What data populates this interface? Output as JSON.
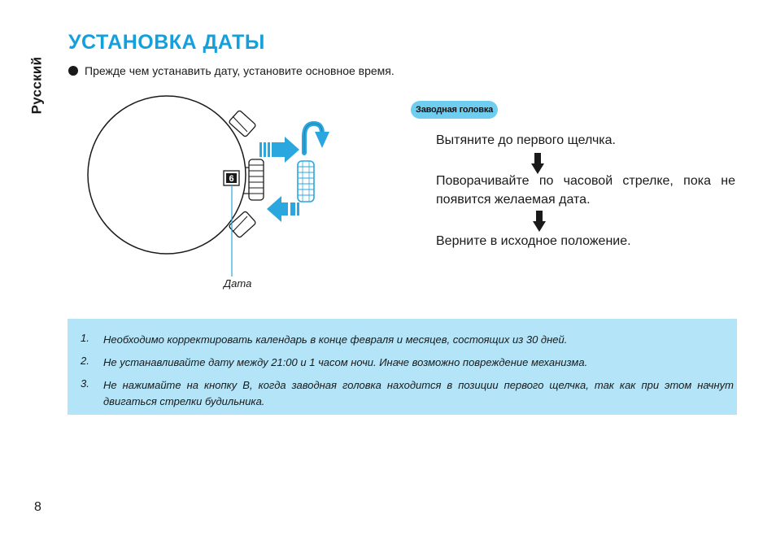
{
  "side_label": "Русский",
  "title": "УСТАНОВКА ДАТЫ",
  "intro": "Прежде чем устанавить дату, установите основное время.",
  "diagram": {
    "date_window_digit": "6",
    "date_label": "Дата"
  },
  "badge": "Заводная головка",
  "steps": [
    "Вытяните до первого щелчка.",
    "Поворачивайте по часовой стрелке, пока не появится желаемая дата.",
    "Верните в исходное положение."
  ],
  "notes": [
    {
      "num": "1.",
      "text": "Необходимо корректировать календарь в конце февраля и месяцев, состоящих из 30 дней."
    },
    {
      "num": "2.",
      "text": "Не устанавливайте дату между 21:00 и 1 часом ночи. Иначе возможно повреждение механизма."
    },
    {
      "num": "3.",
      "text": "Не нажимайте на кнопку B, когда заводная головка находится в позиции первого щелчка, так как при этом начнут двигаться стрелки будильника."
    }
  ],
  "page_number": "8",
  "colors": {
    "accent": "#14a0dc",
    "badge": "#6fcef0",
    "notes_bg": "#b3e4f7",
    "arrow_blue": "#2aa7df"
  }
}
